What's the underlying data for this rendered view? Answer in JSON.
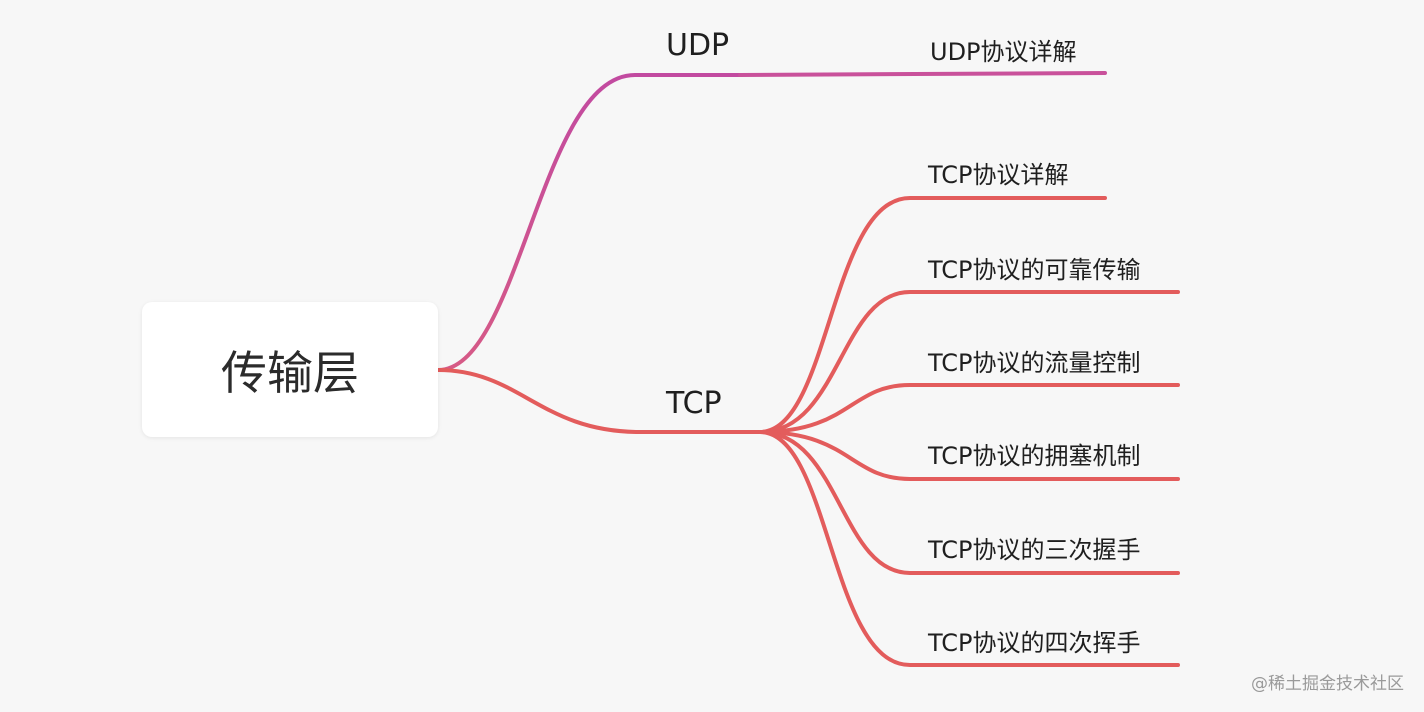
{
  "root": {
    "label": "传输层"
  },
  "branches": [
    {
      "label": "UDP",
      "color": "#c9519b",
      "children": [
        "UDP协议详解"
      ]
    },
    {
      "label": "TCP",
      "color": "#e35c5c",
      "children": [
        "TCP协议详解",
        "TCP协议的可靠传输",
        "TCP协议的流量控制",
        "TCP协议的拥塞机制",
        "TCP协议的三次握手",
        "TCP协议的四次挥手"
      ]
    }
  ],
  "watermark": "@稀土掘金技术社区"
}
